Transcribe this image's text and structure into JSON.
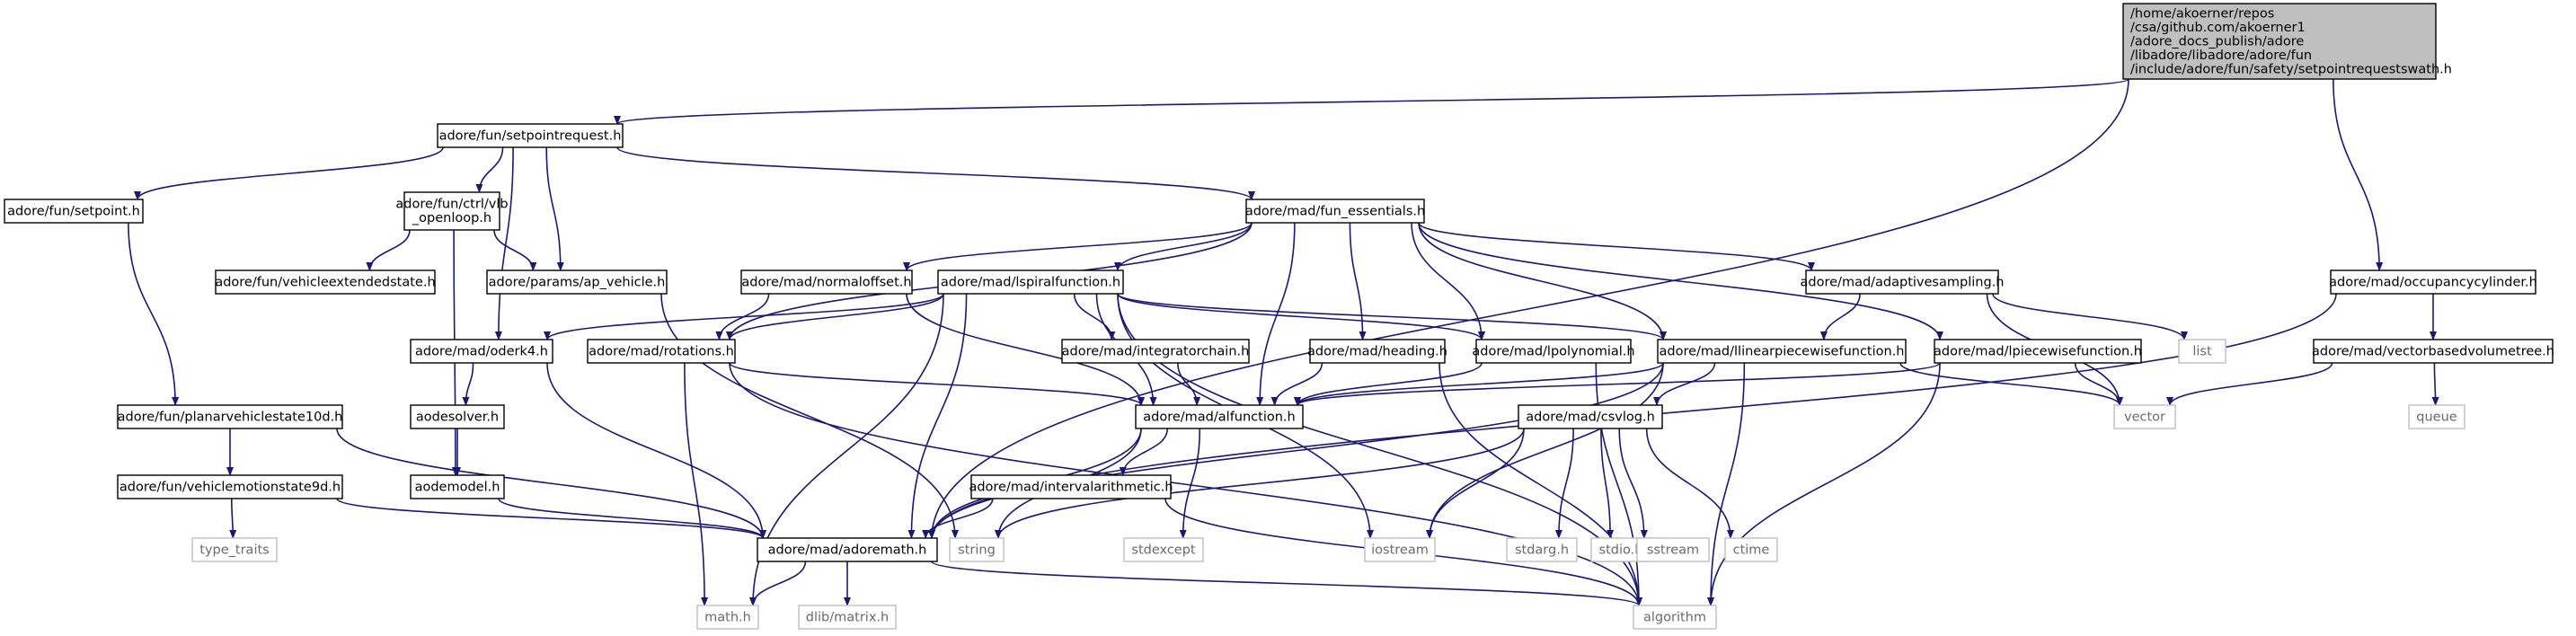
{
  "colors": {
    "edge": "#191970",
    "node_border": "#000000",
    "external_border": "#bfbfbf",
    "external_text": "#6b6b6b",
    "root_fill": "#bfbfbf",
    "node_fill": "#ffffff"
  },
  "nodes": [
    {
      "id": "root",
      "lines": [
        "/home/akoerner/repos",
        "/csa/github.com/akoerner1",
        "/adore_docs_publish/adore",
        "/libadore/libadore/adore/fun",
        "/include/adore/fun/safety/setpointrequestswath.h"
      ],
      "kind": "root"
    },
    {
      "id": "setpointrequest",
      "lines": [
        "adore/fun/setpointrequest.h"
      ],
      "kind": "header"
    },
    {
      "id": "occupancycylinder",
      "lines": [
        "adore/mad/occupancycylinder.h"
      ],
      "kind": "header"
    },
    {
      "id": "setpoint",
      "lines": [
        "adore/fun/setpoint.h"
      ],
      "kind": "header"
    },
    {
      "id": "vlb_openloop",
      "lines": [
        "adore/fun/ctrl/vlb",
        "_openloop.h"
      ],
      "kind": "header"
    },
    {
      "id": "fun_essentials",
      "lines": [
        "adore/mad/fun_essentials.h"
      ],
      "kind": "header"
    },
    {
      "id": "vehicleextendedstate",
      "lines": [
        "adore/fun/vehicleextendedstate.h"
      ],
      "kind": "header"
    },
    {
      "id": "ap_vehicle",
      "lines": [
        "adore/params/ap_vehicle.h"
      ],
      "kind": "header"
    },
    {
      "id": "normaloffset",
      "lines": [
        "adore/mad/normaloffset.h"
      ],
      "kind": "header"
    },
    {
      "id": "lspiralfunction",
      "lines": [
        "adore/mad/lspiralfunction.h"
      ],
      "kind": "header"
    },
    {
      "id": "adaptivesampling",
      "lines": [
        "adore/mad/adaptivesampling.h"
      ],
      "kind": "header"
    },
    {
      "id": "vectorbasedvolumetree",
      "lines": [
        "adore/mad/vectorbasedvolumetree.h"
      ],
      "kind": "header"
    },
    {
      "id": "oderk4",
      "lines": [
        "adore/mad/oderk4.h"
      ],
      "kind": "header"
    },
    {
      "id": "rotations",
      "lines": [
        "adore/mad/rotations.h"
      ],
      "kind": "header"
    },
    {
      "id": "integratorchain",
      "lines": [
        "adore/mad/integratorchain.h"
      ],
      "kind": "header"
    },
    {
      "id": "heading",
      "lines": [
        "adore/mad/heading.h"
      ],
      "kind": "header"
    },
    {
      "id": "lpolynomial",
      "lines": [
        "adore/mad/lpolynomial.h"
      ],
      "kind": "header"
    },
    {
      "id": "llinearpiecewisefunction",
      "lines": [
        "adore/mad/llinearpiecewisefunction.h"
      ],
      "kind": "header"
    },
    {
      "id": "lpiecewisefunction",
      "lines": [
        "adore/mad/lpiecewisefunction.h"
      ],
      "kind": "header"
    },
    {
      "id": "list",
      "lines": [
        "list"
      ],
      "kind": "external"
    },
    {
      "id": "queue",
      "lines": [
        "queue"
      ],
      "kind": "external"
    },
    {
      "id": "planarvehiclestate10d",
      "lines": [
        "adore/fun/planarvehiclestate10d.h"
      ],
      "kind": "header"
    },
    {
      "id": "aodesolver",
      "lines": [
        "aodesolver.h"
      ],
      "kind": "header"
    },
    {
      "id": "alfunction",
      "lines": [
        "adore/mad/alfunction.h"
      ],
      "kind": "header"
    },
    {
      "id": "vector",
      "lines": [
        "vector"
      ],
      "kind": "external"
    },
    {
      "id": "csvlog",
      "lines": [
        "adore/mad/csvlog.h"
      ],
      "kind": "header"
    },
    {
      "id": "vehiclemotionstate9d",
      "lines": [
        "adore/fun/vehiclemotionstate9d.h"
      ],
      "kind": "header"
    },
    {
      "id": "aodemodel",
      "lines": [
        "aodemodel.h"
      ],
      "kind": "header"
    },
    {
      "id": "intervalarithmetic",
      "lines": [
        "adore/mad/intervalarithmetic.h"
      ],
      "kind": "header"
    },
    {
      "id": "string",
      "lines": [
        "string"
      ],
      "kind": "external"
    },
    {
      "id": "stdexcept",
      "lines": [
        "stdexcept"
      ],
      "kind": "external"
    },
    {
      "id": "iostream",
      "lines": [
        "iostream"
      ],
      "kind": "external"
    },
    {
      "id": "stdarg",
      "lines": [
        "stdarg.h"
      ],
      "kind": "external"
    },
    {
      "id": "stdio",
      "lines": [
        "stdio.h"
      ],
      "kind": "external"
    },
    {
      "id": "sstream",
      "lines": [
        "sstream"
      ],
      "kind": "external"
    },
    {
      "id": "ctime",
      "lines": [
        "ctime"
      ],
      "kind": "external"
    },
    {
      "id": "type_traits",
      "lines": [
        "type_traits"
      ],
      "kind": "external"
    },
    {
      "id": "adoremath",
      "lines": [
        "adore/mad/adoremath.h"
      ],
      "kind": "header"
    },
    {
      "id": "mathh",
      "lines": [
        "math.h"
      ],
      "kind": "external"
    },
    {
      "id": "dlibmatrix",
      "lines": [
        "dlib/matrix.h"
      ],
      "kind": "external"
    },
    {
      "id": "algorithm",
      "lines": [
        "algorithm"
      ],
      "kind": "external"
    }
  ],
  "edges": [
    [
      "root",
      "setpointrequest"
    ],
    [
      "root",
      "adoremath"
    ],
    [
      "root",
      "occupancycylinder"
    ],
    [
      "setpointrequest",
      "setpoint"
    ],
    [
      "setpointrequest",
      "vlb_openloop"
    ],
    [
      "setpointrequest",
      "fun_essentials"
    ],
    [
      "setpointrequest",
      "ap_vehicle"
    ],
    [
      "setpointrequest",
      "oderk4"
    ],
    [
      "setpoint",
      "planarvehiclestate10d"
    ],
    [
      "planarvehiclestate10d",
      "vehiclemotionstate9d"
    ],
    [
      "planarvehiclestate10d",
      "adoremath"
    ],
    [
      "vehiclemotionstate9d",
      "type_traits"
    ],
    [
      "vehiclemotionstate9d",
      "adoremath"
    ],
    [
      "vlb_openloop",
      "vehicleextendedstate"
    ],
    [
      "vlb_openloop",
      "ap_vehicle"
    ],
    [
      "vlb_openloop",
      "aodemodel"
    ],
    [
      "ap_vehicle",
      "string"
    ],
    [
      "fun_essentials",
      "normaloffset"
    ],
    [
      "fun_essentials",
      "lspiralfunction"
    ],
    [
      "fun_essentials",
      "rotations"
    ],
    [
      "fun_essentials",
      "alfunction"
    ],
    [
      "fun_essentials",
      "heading"
    ],
    [
      "fun_essentials",
      "lpolynomial"
    ],
    [
      "fun_essentials",
      "llinearpiecewisefunction"
    ],
    [
      "fun_essentials",
      "lpiecewisefunction"
    ],
    [
      "fun_essentials",
      "adaptivesampling"
    ],
    [
      "normaloffset",
      "rotations"
    ],
    [
      "normaloffset",
      "alfunction"
    ],
    [
      "lspiralfunction",
      "oderk4"
    ],
    [
      "lspiralfunction",
      "rotations"
    ],
    [
      "lspiralfunction",
      "integratorchain"
    ],
    [
      "lspiralfunction",
      "alfunction"
    ],
    [
      "lspiralfunction",
      "lpolynomial"
    ],
    [
      "lspiralfunction",
      "llinearpiecewisefunction"
    ],
    [
      "lspiralfunction",
      "adoremath"
    ],
    [
      "lspiralfunction",
      "mathh"
    ],
    [
      "lspiralfunction",
      "algorithm"
    ],
    [
      "lspiralfunction",
      "iostream"
    ],
    [
      "oderk4",
      "aodesolver"
    ],
    [
      "oderk4",
      "adoremath"
    ],
    [
      "aodesolver",
      "aodemodel"
    ],
    [
      "aodemodel",
      "adoremath"
    ],
    [
      "rotations",
      "alfunction"
    ],
    [
      "rotations",
      "mathh"
    ],
    [
      "rotations",
      "algorithm"
    ],
    [
      "integratorchain",
      "alfunction"
    ],
    [
      "heading",
      "alfunction"
    ],
    [
      "heading",
      "algorithm"
    ],
    [
      "lpolynomial",
      "alfunction"
    ],
    [
      "lpolynomial",
      "algorithm"
    ],
    [
      "llinearpiecewisefunction",
      "alfunction"
    ],
    [
      "llinearpiecewisefunction",
      "csvlog"
    ],
    [
      "llinearpiecewisefunction",
      "vector"
    ],
    [
      "llinearpiecewisefunction",
      "iostream"
    ],
    [
      "llinearpiecewisefunction",
      "adoremath"
    ],
    [
      "llinearpiecewisefunction",
      "algorithm"
    ],
    [
      "lpiecewisefunction",
      "alfunction"
    ],
    [
      "lpiecewisefunction",
      "vector"
    ],
    [
      "lpiecewisefunction",
      "algorithm"
    ],
    [
      "adaptivesampling",
      "llinearpiecewisefunction"
    ],
    [
      "adaptivesampling",
      "list"
    ],
    [
      "adaptivesampling",
      "vector"
    ],
    [
      "alfunction",
      "intervalarithmetic"
    ],
    [
      "alfunction",
      "adoremath"
    ],
    [
      "alfunction",
      "string"
    ],
    [
      "alfunction",
      "stdexcept"
    ],
    [
      "intervalarithmetic",
      "adoremath"
    ],
    [
      "intervalarithmetic",
      "algorithm"
    ],
    [
      "csvlog",
      "string"
    ],
    [
      "csvlog",
      "iostream"
    ],
    [
      "csvlog",
      "stdarg"
    ],
    [
      "csvlog",
      "stdio"
    ],
    [
      "csvlog",
      "sstream"
    ],
    [
      "csvlog",
      "ctime"
    ],
    [
      "adoremath",
      "mathh"
    ],
    [
      "adoremath",
      "dlibmatrix"
    ],
    [
      "adoremath",
      "algorithm"
    ],
    [
      "occupancycylinder",
      "vectorbasedvolumetree"
    ],
    [
      "occupancycylinder",
      "adoremath"
    ],
    [
      "vectorbasedvolumetree",
      "vector"
    ],
    [
      "vectorbasedvolumetree",
      "queue"
    ]
  ]
}
